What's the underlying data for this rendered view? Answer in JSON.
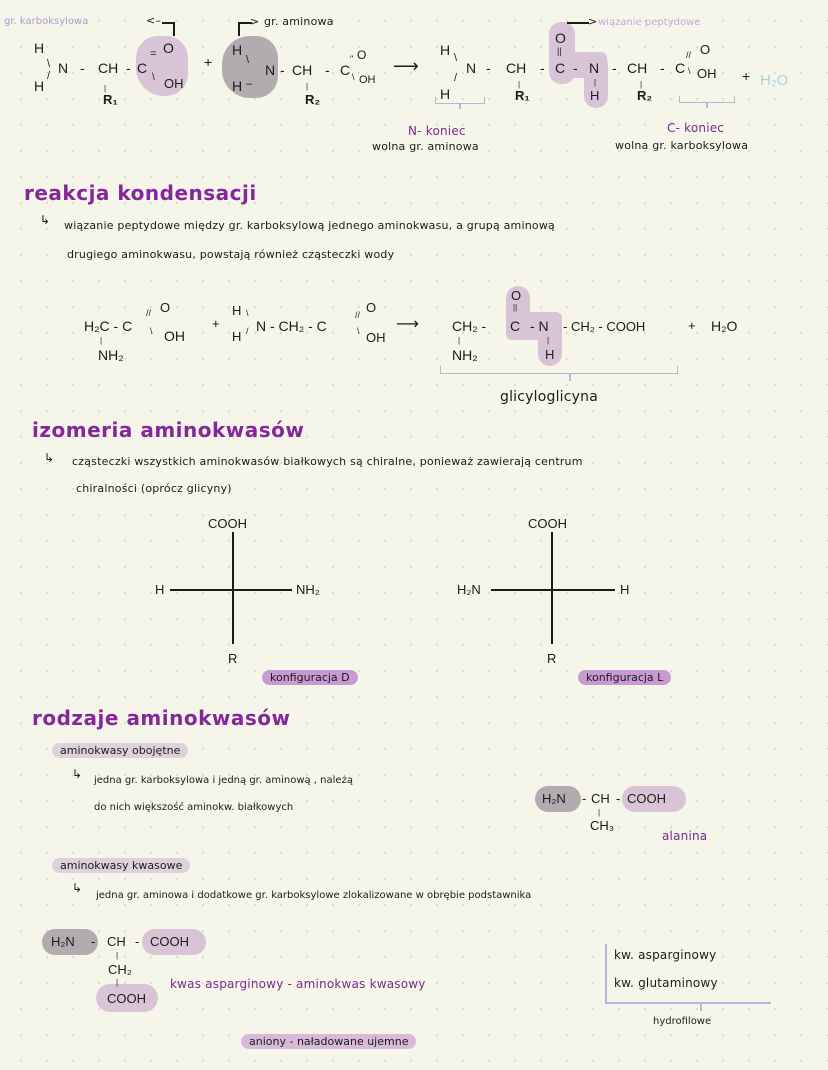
{
  "top_reaction": {
    "label_carboxyl": "gr. karboksylowa",
    "label_amino": "gr. aminowa",
    "label_peptide_bond": "wiązanie peptydowe",
    "reactant1": {
      "H_top": "H",
      "H_bot": "H",
      "N": "N",
      "CH": "CH",
      "C": "C",
      "O": "O",
      "OH": "OH",
      "R": "R₁",
      "dash1": "-",
      "dash2": "-"
    },
    "plus": "+",
    "reactant2": {
      "H_top": "H",
      "H_bot": "H",
      "N": "N",
      "CH": "CH",
      "C": "C",
      "O": "O",
      "OH": "OH",
      "R": "R₂",
      "dash1": "-",
      "dash2": "-"
    },
    "arrow": "⟶",
    "product": {
      "H_top": "H",
      "H_bot": "H",
      "N1": "N",
      "CH1": "CH",
      "C1": "C",
      "O1": "O",
      "N2": "N",
      "H_N2": "H",
      "CH2": "CH",
      "C2": "C",
      "O2": "O",
      "OH": "OH",
      "R1": "R₁",
      "R2": "R₂"
    },
    "plus2": "+",
    "water": "H₂O",
    "n_terminus_title": "N- koniec",
    "n_terminus_desc": "wolna gr. aminowa",
    "c_terminus_title": "C- koniec",
    "c_terminus_desc": "wolna gr. karboksylowa"
  },
  "condensation": {
    "heading": "reakcja kondensacji",
    "bullet": "↳",
    "text_line1": "wiązanie peptydowe między gr. karboksylową jednego aminokwasu, a grupą aminową",
    "text_line2": "drugiego aminokwasu, powstają również cząsteczki wody",
    "eq": {
      "r1_main": "H₂C - C",
      "r1_O": "O",
      "r1_OH": "OH",
      "r1_NH2": "NH₂",
      "plus": "+",
      "r2_H_top": "H",
      "r2_H_bot": "H",
      "r2_main": "N - CH₂ - C",
      "r2_O": "O",
      "r2_OH": "OH",
      "arrow": "⟶",
      "p_CH2": "CH₂ -",
      "p_C": "C",
      "p_O": "O",
      "p_N": "- N",
      "p_H": "H",
      "p_rest": "- CH₂ - COOH",
      "p_NH2": "NH₂",
      "plus2": "+",
      "water": "H₂O"
    },
    "product_name": "glicyloglicyna"
  },
  "isomerism": {
    "heading": "izomeria aminokwasów",
    "bullet": "↳",
    "text_line1": "cząsteczki wszystkich aminokwasów białkowych są chiralne, ponieważ zawierają centrum",
    "text_line2": "chiralności (oprócz glicyny)",
    "config_D": {
      "top": "COOH",
      "left": "H",
      "right": "NH₂",
      "bottom": "R",
      "label": "konfiguracja D"
    },
    "config_L": {
      "top": "COOH",
      "left": "H₂N",
      "right": "H",
      "bottom": "R",
      "label": "konfiguracja L"
    }
  },
  "types": {
    "heading": "rodzaje aminokwasów",
    "neutral": {
      "label": "aminokwasy obojętne",
      "bullet": "↳",
      "text_line1": "jedna gr. karboksylowa i jedną gr. aminową , należą",
      "text_line2": "do nich większość aminokw. białkowych",
      "formula": {
        "amine": "H₂N",
        "dash1": "-",
        "ch": "CH",
        "dash2": "-",
        "acid": "COOH",
        "side": "CH₃"
      },
      "name": "alanina"
    },
    "acidic": {
      "label": "aminokwasy kwasowe",
      "bullet": "↳",
      "text_line1": "jedna gr. aminowa i dodatkowe gr. karboksylowe zlokalizowane w obrębie podstawnika",
      "formula": {
        "amine": "H₂N",
        "dash1": "-",
        "ch": "CH",
        "dash2": "-",
        "acid": "COOH",
        "side1": "CH₂",
        "side2": "COOH"
      },
      "name": "kwas asparginowy - aminokwas kwasowy",
      "list": [
        "kw. asparginowy",
        "kw. glutaminowy"
      ],
      "list_label": "hydrofilowe",
      "anion_note": "aniony - naładowane ujemne"
    }
  },
  "colors": {
    "heading_purple": "#84279a",
    "highlight_purple": "#d8c4d6",
    "highlight_grey": "#b2abb0",
    "tag_purple": "#c79ad0",
    "water_blue": "#a6d3e3",
    "bracket_lavender": "#b9b4dc",
    "background": "#f6f5ea"
  }
}
